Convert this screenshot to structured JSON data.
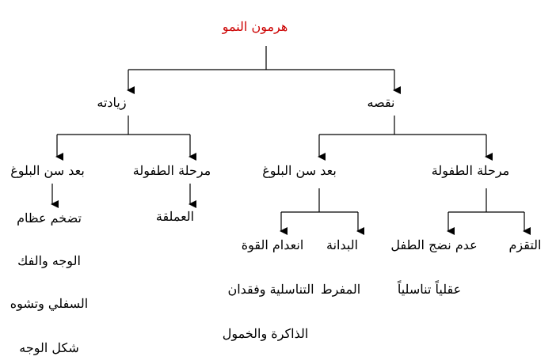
{
  "colors": {
    "root_text": "#cc0000",
    "text": "#000000",
    "line": "#000000"
  },
  "root": {
    "label": "هرمون النمو"
  },
  "branches": {
    "deficiency": {
      "label": "نقصه",
      "childhood": {
        "label": "مرحلة الطفولة",
        "effects": [
          {
            "label": "التقزم"
          },
          {
            "label": "عدم نضج الطفل"
          }
        ],
        "effect_extra": "عقلياً تناسلياً"
      },
      "after_puberty": {
        "label": "بعد سن البلوغ",
        "effects": [
          {
            "label": "البدانة"
          },
          {
            "label": "انعدام القوة"
          }
        ],
        "effect_extra_1": "المفرط",
        "effect_extra_2": "التناسلية وفقدان",
        "effect_extra_3": "الذاكرة والخمول"
      }
    },
    "excess": {
      "label": "زيادته",
      "childhood": {
        "label": "مرحلة الطفولة",
        "effect": "العملقة"
      },
      "after_puberty": {
        "label": "بعد سن البلوغ",
        "effect_lines": [
          "تضخم عظام",
          "الوجه والفك",
          "السفلي وتشوه",
          "شكل الوجه"
        ]
      }
    }
  }
}
